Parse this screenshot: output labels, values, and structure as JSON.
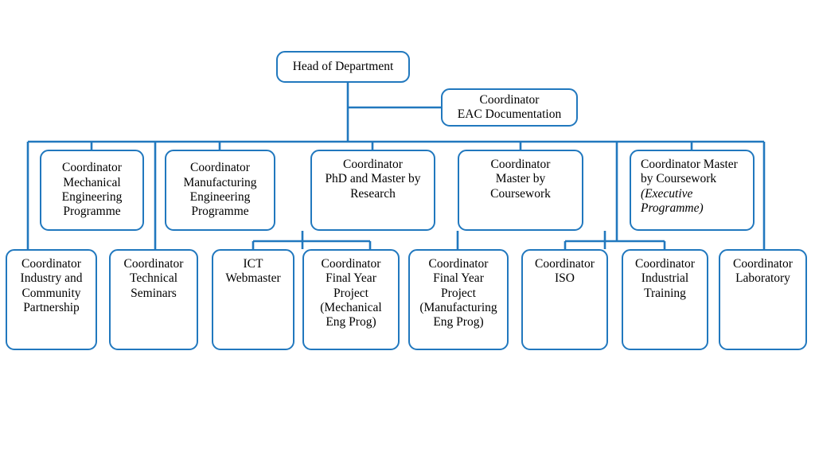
{
  "chart_data": {
    "type": "diagram",
    "title": "Department Organisational Chart",
    "diagram_kind": "organizational-chart",
    "orientation": "top-down",
    "accent_color": "#2178be",
    "background_color": "#ffffff",
    "text_color": "#000000",
    "levels": 3,
    "node_count": 16,
    "nodes": [
      {
        "id": "head",
        "label": "Head of Department",
        "level": 0
      },
      {
        "id": "eac",
        "label": "Coordinator\nEAC Documentation",
        "level": 1
      },
      {
        "id": "mech",
        "label": "Coordinator\nMechanical\nEngineering\nProgramme",
        "level": 2
      },
      {
        "id": "manu",
        "label": "Coordinator\nManufacturing\nEngineering\nProgramme",
        "level": 2
      },
      {
        "id": "phd",
        "label": "Coordinator\nPhD and Master by\nResearch",
        "level": 2
      },
      {
        "id": "mbc",
        "label": "Coordinator\nMaster by\nCoursework",
        "level": 2
      },
      {
        "id": "mbc_exec",
        "label": "Coordinator Master\nby Coursework\n(Executive\nProgramme)",
        "level": 2,
        "italic_part": "(Executive Programme)"
      },
      {
        "id": "industry",
        "label": "Coordinator\nIndustry and\nCommunity\nPartnership",
        "level": 3
      },
      {
        "id": "seminars",
        "label": "Coordinator\nTechnical\nSeminars",
        "level": 3
      },
      {
        "id": "ict",
        "label": "ICT\nWebmaster",
        "level": 3
      },
      {
        "id": "fyp_mech",
        "label": "Coordinator\nFinal Year\nProject\n(Mechanical\nEng Prog)",
        "level": 3
      },
      {
        "id": "fyp_manu",
        "label": "Coordinator\nFinal Year\nProject\n(Manufacturing\nEng Prog)",
        "level": 3
      },
      {
        "id": "iso",
        "label": "Coordinator\nISO",
        "level": 3
      },
      {
        "id": "industrial",
        "label": "Coordinator\nIndustrial\nTraining",
        "level": 3
      },
      {
        "id": "lab",
        "label": "Coordinator\nLaboratory",
        "level": 3
      }
    ],
    "edges": [
      {
        "from": "head",
        "to": "eac"
      },
      {
        "from": "head",
        "to": "mech"
      },
      {
        "from": "head",
        "to": "manu"
      },
      {
        "from": "head",
        "to": "phd"
      },
      {
        "from": "head",
        "to": "mbc"
      },
      {
        "from": "head",
        "to": "mbc_exec"
      },
      {
        "from": "head",
        "to": "industry"
      },
      {
        "from": "head",
        "to": "seminars"
      },
      {
        "from": "head",
        "to": "lab"
      },
      {
        "from": "phd",
        "to": "ict"
      },
      {
        "from": "phd",
        "to": "fyp_mech"
      },
      {
        "from": "phd",
        "to": "fyp_manu"
      },
      {
        "from": "mbc",
        "to": "iso"
      },
      {
        "from": "head",
        "to": "industrial"
      }
    ]
  },
  "nodes": {
    "head": {
      "label": "Head of Department"
    },
    "eac": {
      "label": "Coordinator\nEAC Documentation"
    },
    "mech": {
      "label": "Coordinator\nMechanical\nEngineering\nProgramme"
    },
    "manu": {
      "label": "Coordinator\nManufacturing\nEngineering\nProgramme"
    },
    "phd": {
      "label": "Coordinator\nPhD and Master by\nResearch"
    },
    "mbc": {
      "label": "Coordinator\nMaster by\nCoursework"
    },
    "mbc_exec": {
      "line1": "Coordinator Master",
      "line2": "by Coursework",
      "line3": "(Executive",
      "line4": "Programme)"
    },
    "industry": {
      "label": "Coordinator\nIndustry and\nCommunity\nPartnership"
    },
    "seminars": {
      "label": "Coordinator\nTechnical\nSeminars"
    },
    "ict": {
      "label": "ICT\nWebmaster"
    },
    "fyp_mech": {
      "label": "Coordinator\nFinal Year\nProject\n(Mechanical\nEng Prog)"
    },
    "fyp_manu": {
      "label": "Coordinator\nFinal Year\nProject\n(Manufacturing\nEng Prog)"
    },
    "iso": {
      "label": "Coordinator\nISO"
    },
    "industrial": {
      "label": "Coordinator\nIndustrial\nTraining"
    },
    "lab": {
      "label": "Coordinator\nLaboratory"
    }
  }
}
